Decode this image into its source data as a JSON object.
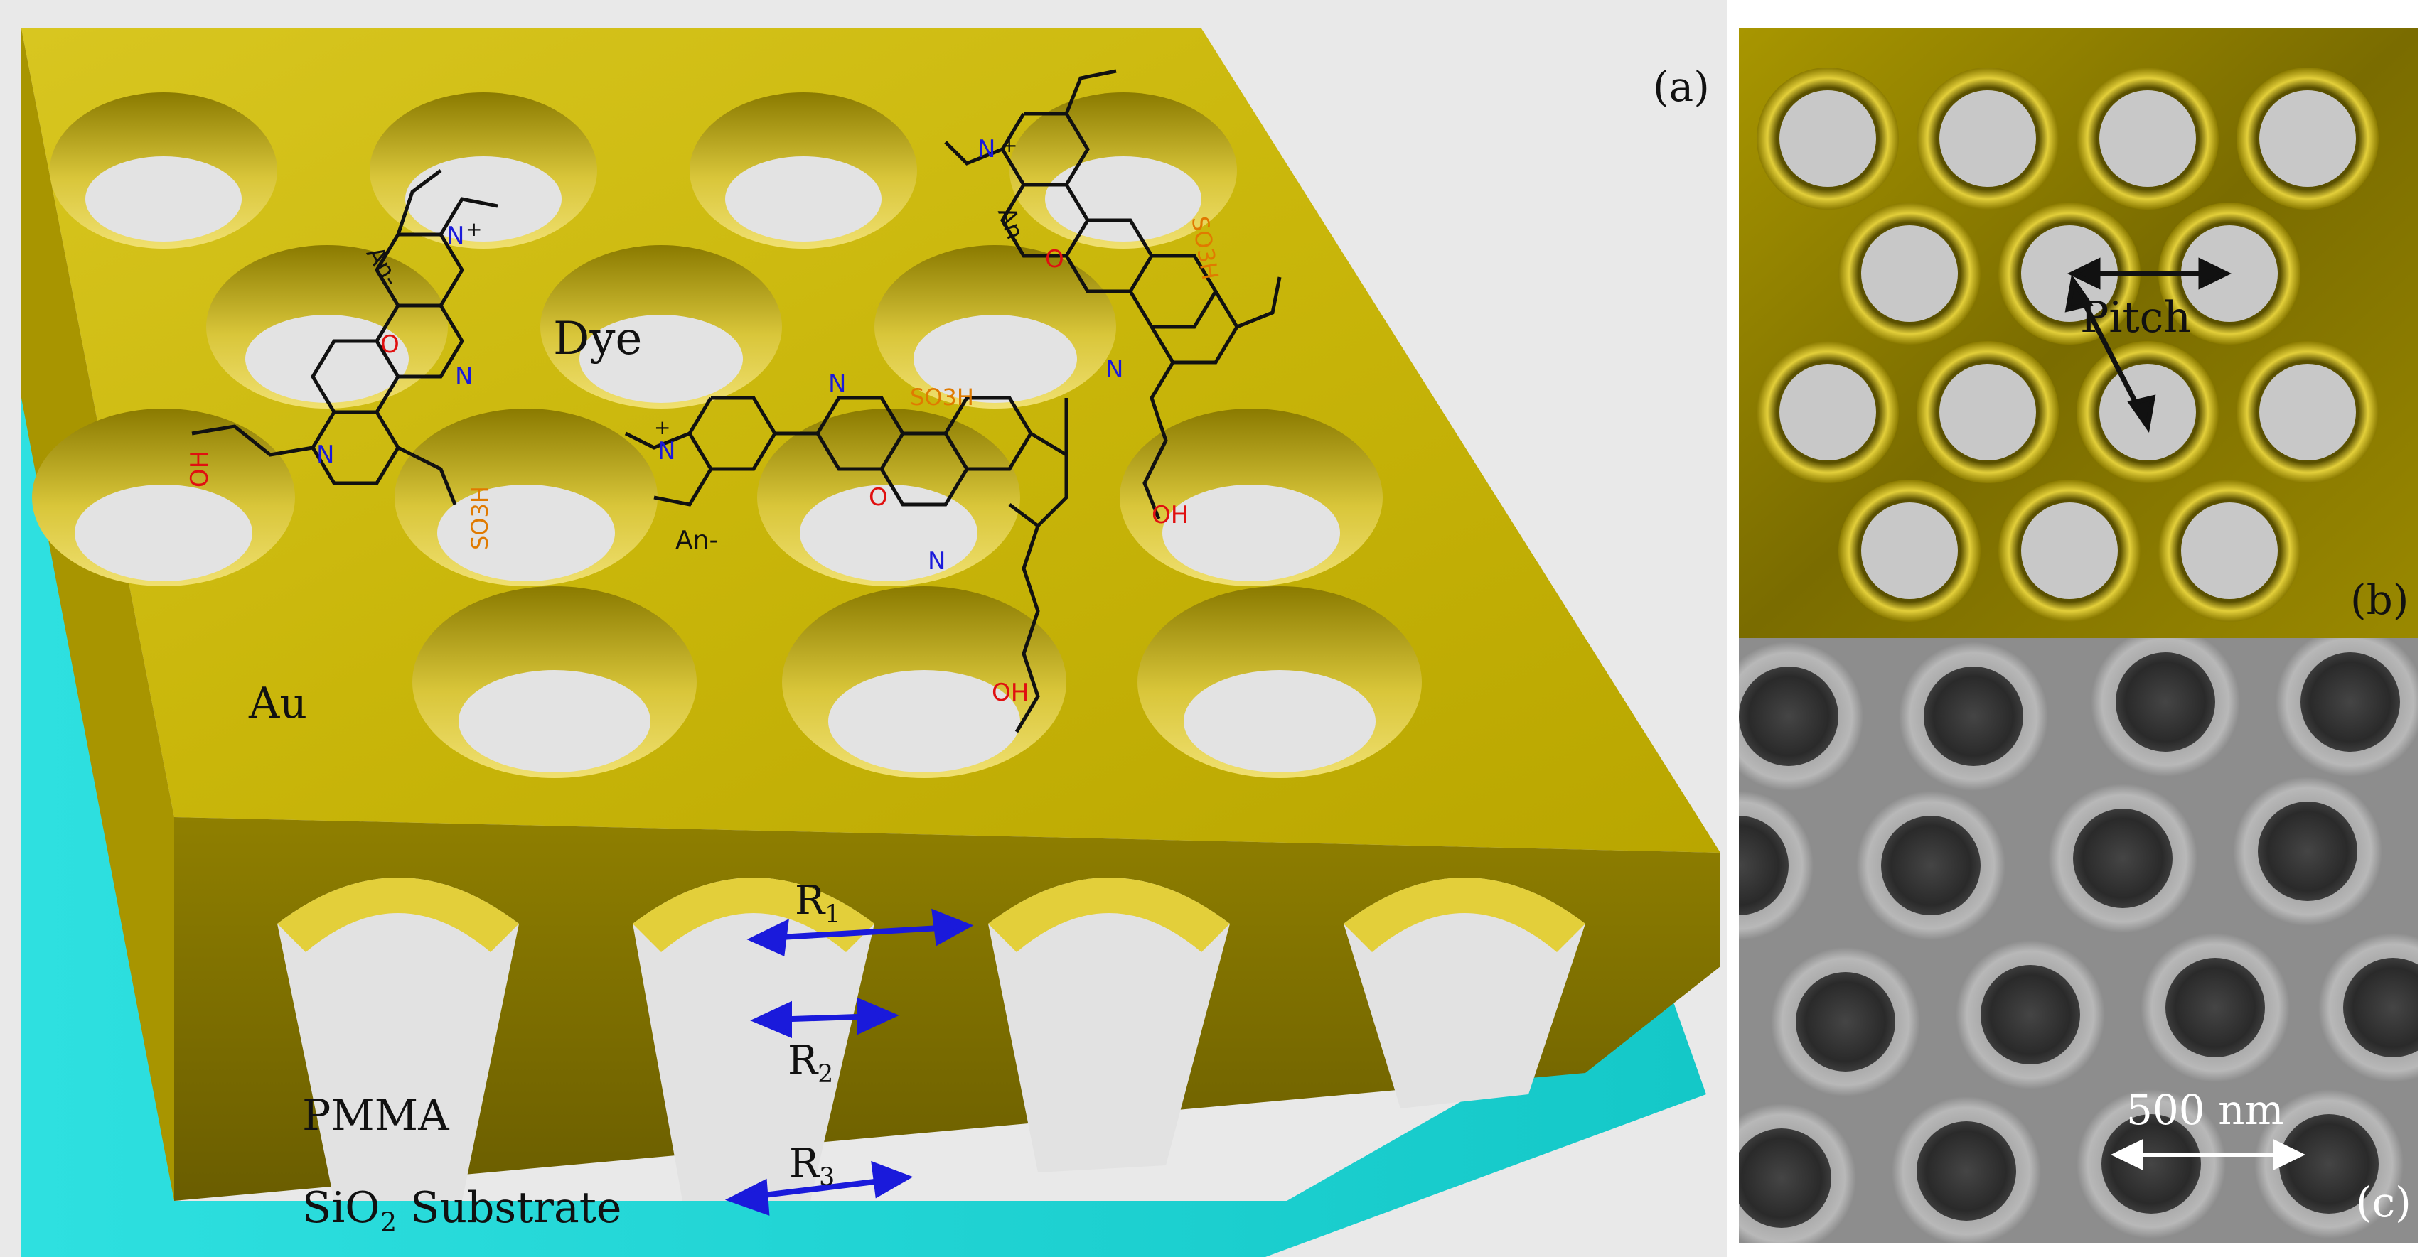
{
  "panels": {
    "a": {
      "tag": "(a)",
      "labels": {
        "au": "Au",
        "dye": "Dye",
        "pmma": "PMMA",
        "substrate_main": "SiO",
        "substrate_sub": "2",
        "substrate_rest": " Substrate"
      },
      "radii": [
        {
          "main": "R",
          "sub": "1"
        },
        {
          "main": "R",
          "sub": "2"
        },
        {
          "main": "R",
          "sub": "3"
        }
      ],
      "molecule_atoms": {
        "nitrogen": "N",
        "oxygen": "O",
        "cation": "+",
        "hydroxyl": "OH",
        "sulfonate": "SO3H",
        "anion": "An-"
      }
    },
    "b": {
      "tag": "(b)",
      "pitch_label": "Pitch"
    },
    "c": {
      "tag": "(c)",
      "scale_bar": "500 nm"
    }
  },
  "colors": {
    "gold": "#c8b400",
    "gold_dark": "#7a6b00",
    "gold_light": "#e8d63a",
    "substrate": "#1fd3d3",
    "hole_interior": "#e0e0e0",
    "arrow": "#1a1adb",
    "nitrogen": "#1a1adb",
    "oxygen": "#e01010",
    "sulfur": "#e07a00",
    "sem_background": "#8d8d8d"
  }
}
